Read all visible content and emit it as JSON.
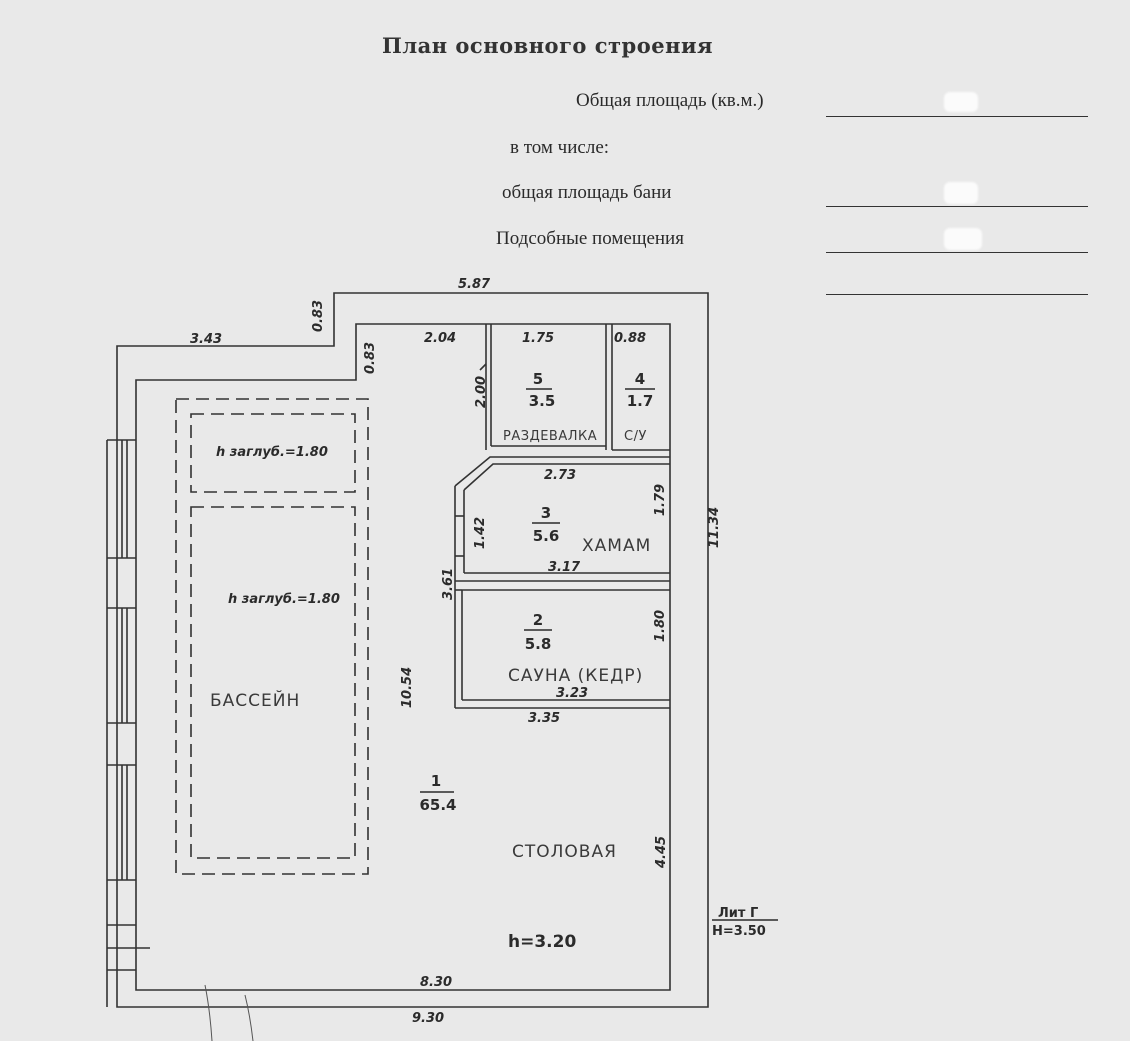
{
  "header": {
    "title": "План основного строения",
    "total_area_label": "Общая площадь (кв.м.)",
    "including_label": "в том числе:",
    "bath_area_label": "общая площадь бани",
    "auxiliary_label": "Подсобные помещения"
  },
  "plan": {
    "outer_dims": {
      "top": "5.87",
      "left_top": "3.43",
      "step_vertical_outer": "0.83",
      "step_vertical_inner": "0.83",
      "right": "11.34",
      "bottom_outer": "9.30",
      "bottom_inner": "8.30",
      "inner_left": "10.54"
    },
    "rooms": {
      "r1": {
        "number": "1",
        "area": "65.4",
        "name": "СТОЛОВАЯ",
        "dim_right": "4.45"
      },
      "r2": {
        "number": "2",
        "area": "5.8",
        "name": "САУНА (КЕДР)",
        "dim_right": "1.80",
        "dim_bottom": "3.23",
        "dim_outer_bottom": "3.35",
        "dim_left_block": "3.61"
      },
      "r3": {
        "number": "3",
        "area": "5.6",
        "name": "ХАМАМ",
        "dim_top": "2.73",
        "dim_bottom": "3.17",
        "dim_left": "1.42",
        "dim_right": "1.79"
      },
      "r4": {
        "number": "4",
        "area": "1.7",
        "name": "С/У",
        "dim_top": "0.88"
      },
      "r5": {
        "number": "5",
        "area": "3.5",
        "name": "РАЗДЕВАЛКА",
        "dim_top": "1.75",
        "dim_left": "2.00"
      },
      "corridor_top": "2.04"
    },
    "pool": {
      "depth_top": "h заглуб.=1.80",
      "depth_main": "h заглуб.=1.80",
      "name": "БАССЕЙН"
    },
    "ceiling_height": "h=3.20",
    "lit_label": "Лит Г",
    "lit_height": "H=3.50"
  }
}
